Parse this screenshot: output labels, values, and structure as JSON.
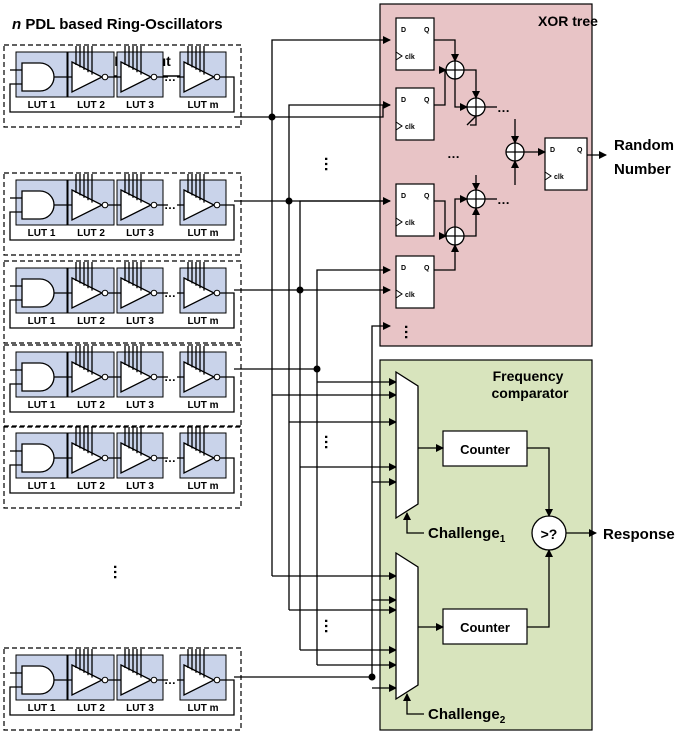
{
  "title_prefix": "n",
  "title_rest": " PDL based Ring-Oscillators",
  "pdl_input": "PDL input",
  "lut_labels": [
    "LUT 1",
    "LUT 2",
    "LUT 3",
    "LUT m"
  ],
  "xor_tree_title": "XOR tree",
  "ff_d": "D",
  "ff_q": "Q",
  "ff_clk": "clk",
  "output_random": [
    "Random",
    "Number"
  ],
  "freq_title": [
    "Frequency",
    "comparator"
  ],
  "counter_label": "Counter",
  "compare_symbol": ">?",
  "response_label": "Response",
  "challenge_word": "Challenge",
  "challenge1_sub": "1",
  "challenge2_sub": "2",
  "ellipsis": "…",
  "xor_symbol": "⊕",
  "colors": {
    "xor_bg": "#e8c4c6",
    "freq_bg": "#d8e4bd",
    "lut_bg": "#c9d3ea"
  }
}
